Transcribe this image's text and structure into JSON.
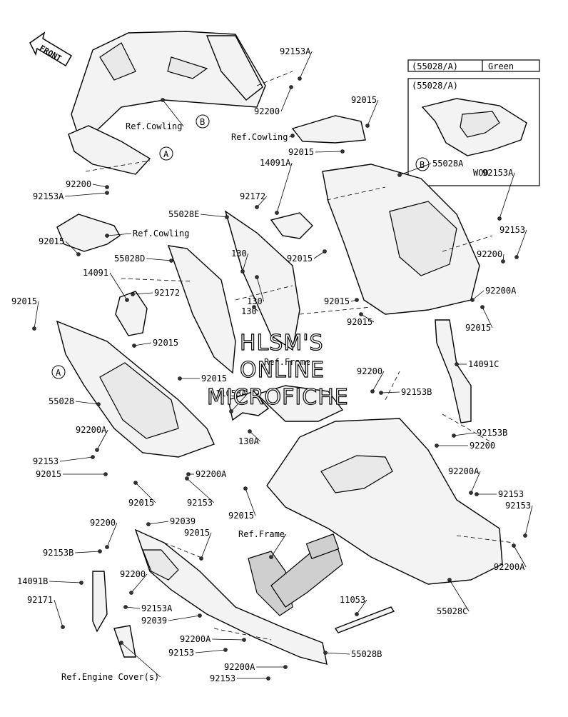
{
  "front_label": "FRONT",
  "inset": {
    "header_part": "(55028/A)",
    "header_color": "Green",
    "sub_label": "(55028/A)",
    "note": "WOD"
  },
  "circle_labels": [
    "A",
    "B",
    "B",
    "A"
  ],
  "watermark": [
    "HLSM'S",
    "ONLINE",
    "MICROFICHE"
  ],
  "callouts": [
    "92153A",
    "92200",
    "Ref.Cowling",
    "92015",
    "Ref.Cowling",
    "92015",
    "55028A",
    "92200",
    "92153A",
    "14091A",
    "92172",
    "55028E",
    "92153A",
    "92153",
    "92200",
    "Ref.Cowling",
    "92015",
    "130",
    "55028D",
    "92015",
    "130",
    "14091",
    "92172",
    "92015",
    "92200A",
    "92015",
    "130",
    "92015",
    "92015",
    "92015",
    "Ref.Frame",
    "14091C",
    "92015",
    "92200",
    "92153B",
    "11053A",
    "55028",
    "92153B",
    "92200",
    "92200A",
    "92153",
    "92015",
    "130A",
    "92015",
    "92153",
    "92200A",
    "92200A",
    "92153",
    "92153",
    "92015",
    "92039",
    "92200",
    "92015",
    "92153B",
    "Ref.Frame",
    "92200A",
    "14091B",
    "92171",
    "92200",
    "92153A",
    "92039",
    "11053",
    "55028C",
    "92200A",
    "92153",
    "55028B",
    "92200A",
    "92153",
    "Ref.Engine Cover(s)"
  ]
}
